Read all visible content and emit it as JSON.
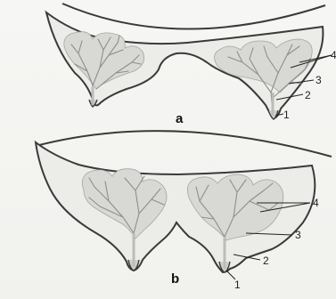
{
  "figure": {
    "panels": [
      {
        "label": "a",
        "callouts": [
          "1",
          "2",
          "3",
          "4"
        ],
        "caption_partially_visible": true
      },
      {
        "label": "b",
        "callouts": [
          "1",
          "2",
          "3",
          "4"
        ]
      }
    ],
    "colors": {
      "outline": "#3a3a3a",
      "gland_fill": "#d8d8d4",
      "duct": "#b9b9b5",
      "background": "#f4f4f2"
    }
  }
}
